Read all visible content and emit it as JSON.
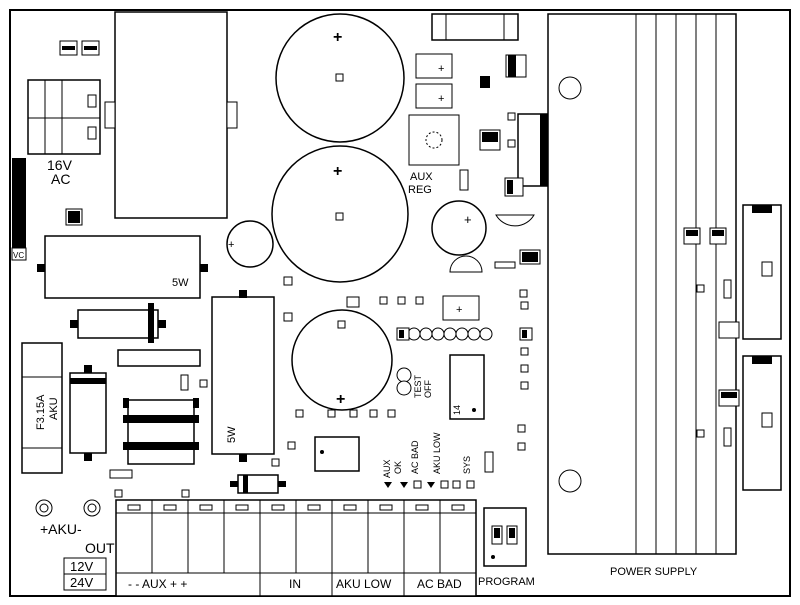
{
  "labels": {
    "ac_input_voltage": "16V",
    "ac_input_type": "AC",
    "vc_tag": "VC",
    "resistor_top": "5W",
    "resistor_vertical": "5W",
    "fuse_rating": "F3.15A",
    "fuse_type": "AKU",
    "aux_reg_1": "AUX",
    "aux_reg_2": "REG",
    "test_off_1": "TEST",
    "test_off_2": "OFF",
    "ic_pin": "14",
    "led_aux_ok_1": "AUX",
    "led_aux_ok_2": "OK",
    "led_ac_bad": "AC BAD",
    "led_aku_low": "AKU LOW",
    "led_sys": "SYS",
    "aku_terminal": "+AKU-",
    "out": "OUT",
    "out_12v": "12V",
    "out_24v": "24V",
    "term_aux": "- - AUX + +",
    "term_in": "IN",
    "term_aku_low": "AKU LOW",
    "term_ac_bad": "AC BAD",
    "program": "PROGRAM",
    "power_supply": "POWER SUPPLY",
    "plus": "+"
  }
}
